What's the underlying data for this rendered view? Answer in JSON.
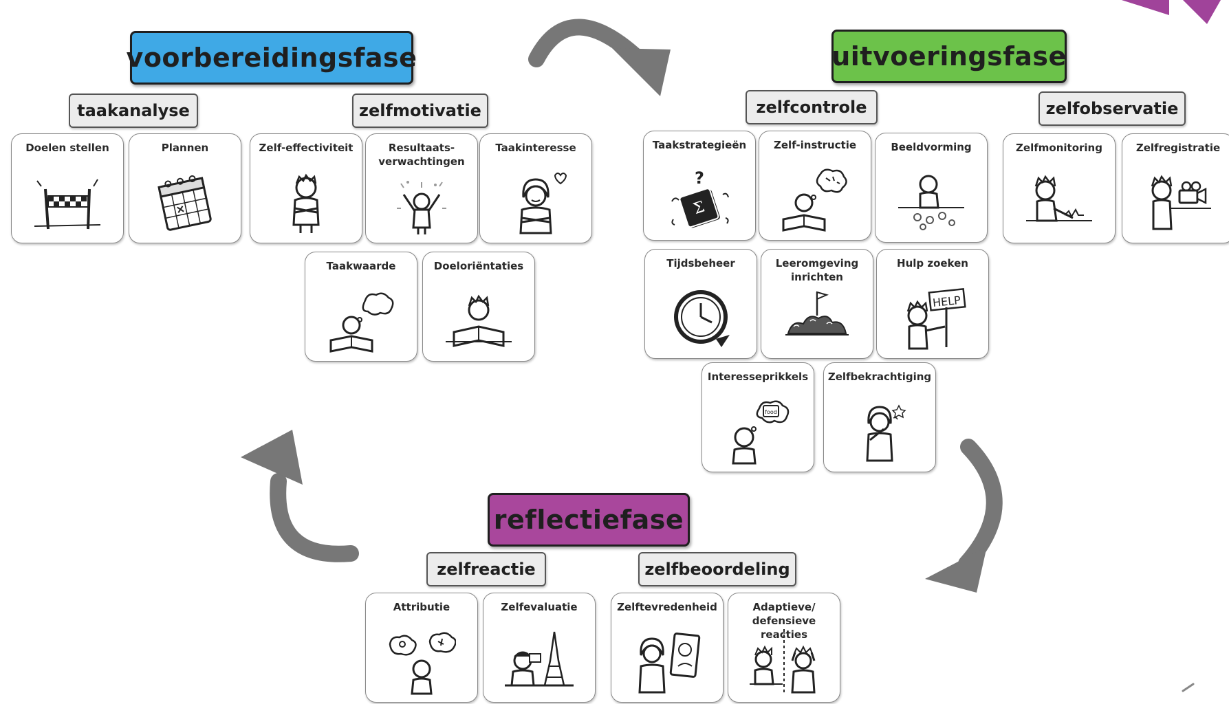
{
  "colors": {
    "preparation": "#3fa9e6",
    "execution": "#6cc24a",
    "reflection": "#a9479c",
    "arrow": "#777777",
    "corner_accent": "#a0439a"
  },
  "phases": {
    "preparation": {
      "title": "voorbereidingsfase",
      "groups": [
        {
          "label": "taakanalyse"
        },
        {
          "label": "zelfmotivatie"
        }
      ],
      "cards": [
        {
          "label": "Doelen stellen",
          "icon": "finish-line-icon"
        },
        {
          "label": "Plannen",
          "icon": "calendar-icon"
        },
        {
          "label": "Zelf-effectiviteit",
          "icon": "confident-person-icon"
        },
        {
          "label": "Resultaats-\nverwachtingen",
          "icon": "cheering-person-icon"
        },
        {
          "label": "Taakinteresse",
          "icon": "interested-person-icon"
        },
        {
          "label": "Taakwaarde",
          "icon": "reading-thinking-icon"
        },
        {
          "label": "Doeloriëntaties",
          "icon": "reading-person-icon"
        }
      ]
    },
    "execution": {
      "title": "uitvoeringsfase",
      "groups": [
        {
          "label": "zelfcontrole"
        },
        {
          "label": "zelfobservatie"
        }
      ],
      "cards": [
        {
          "label": "Taakstrategieën",
          "icon": "strategy-book-icon"
        },
        {
          "label": "Zelf-instructie",
          "icon": "self-instruction-icon"
        },
        {
          "label": "Beeldvorming",
          "icon": "imagery-icon"
        },
        {
          "label": "Zelfmonitoring",
          "icon": "monitoring-icon"
        },
        {
          "label": "Zelfregistratie",
          "icon": "camera-icon"
        },
        {
          "label": "Tijdsbeheer",
          "icon": "clock-icon"
        },
        {
          "label": "Leeromgeving\ninrichten",
          "icon": "environment-icon"
        },
        {
          "label": "Hulp zoeken",
          "icon": "help-sign-icon"
        },
        {
          "label": "Interesseprikkels",
          "icon": "food-thought-icon"
        },
        {
          "label": "Zelfbekrachtiging",
          "icon": "reward-icon"
        }
      ]
    },
    "reflection": {
      "title": "reflectiefase",
      "groups": [
        {
          "label": "zelfreactie"
        },
        {
          "label": "zelfbeoordeling"
        }
      ],
      "cards": [
        {
          "label": "Attributie",
          "icon": "attribution-icon"
        },
        {
          "label": "Zelfevaluatie",
          "icon": "eiffel-tower-icon"
        },
        {
          "label": "Zelftevredenheid",
          "icon": "mirror-icon"
        },
        {
          "label": "Adaptieve/\ndefensieve reacties",
          "icon": "reactions-icon"
        }
      ]
    }
  }
}
